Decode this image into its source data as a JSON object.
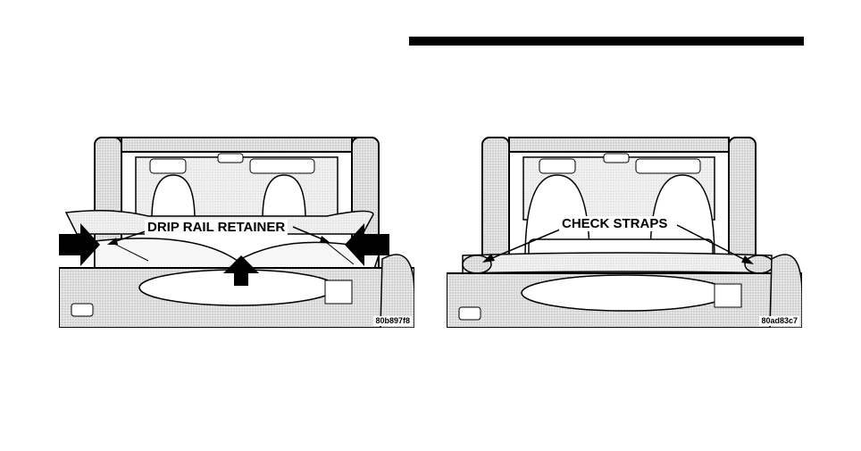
{
  "figures": [
    {
      "callout": "DRIP RAIL RETAINER",
      "code": "80b897f8"
    },
    {
      "callout": "CHECK STRAPS",
      "code": "80ad83c7"
    }
  ],
  "colors": {
    "ink": "#000000",
    "shade": "#d9d9d9",
    "light": "#efefef"
  }
}
